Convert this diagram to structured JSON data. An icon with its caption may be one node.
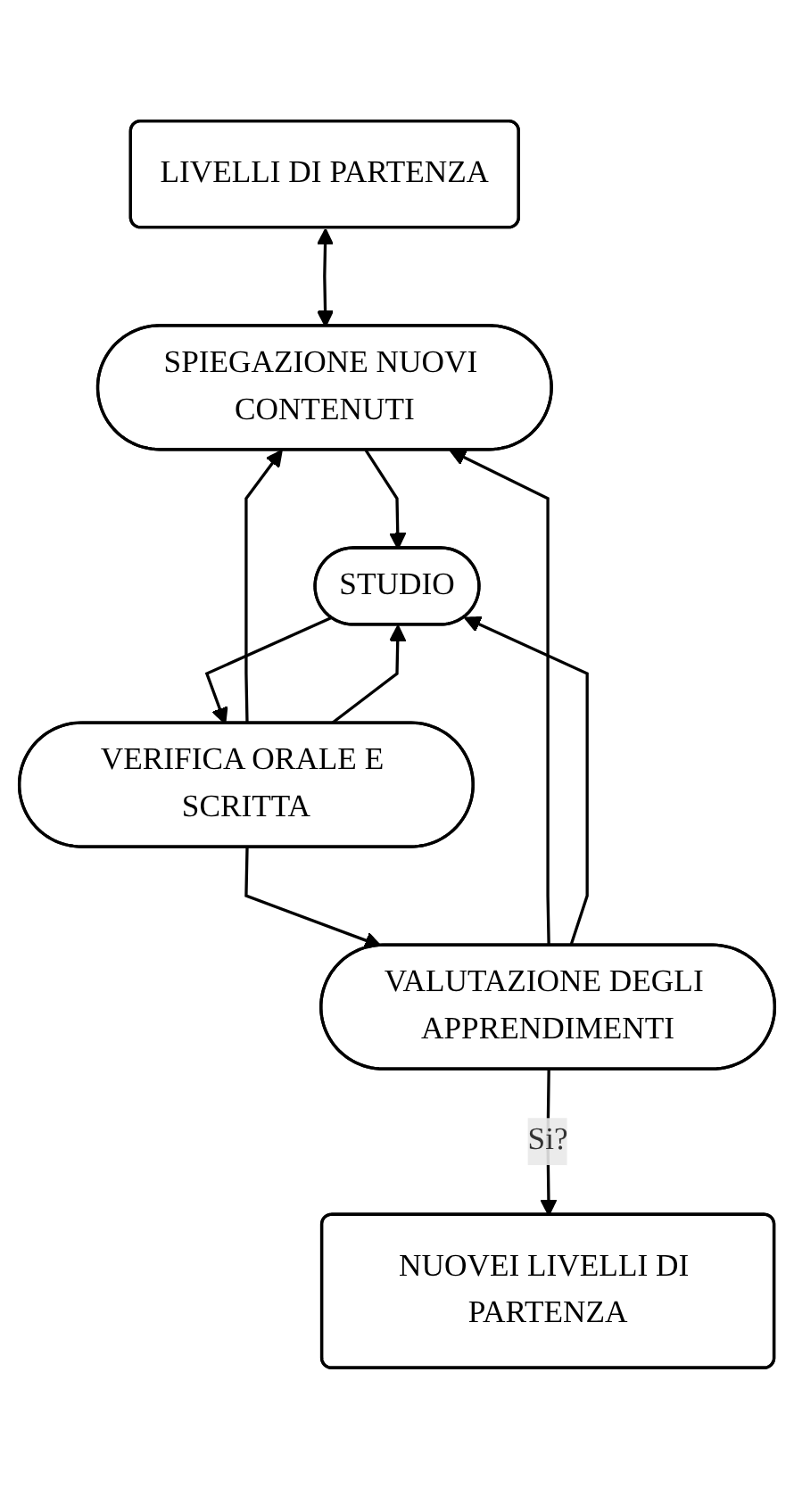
{
  "diagram": {
    "nodes": [
      {
        "text": [
          "LIVELLI DI PARTENZA"
        ]
      },
      {
        "text": [
          "SPIEGAZIONE NUOVI CONTENUTI"
        ]
      },
      {
        "text": [
          "STUDIO"
        ]
      },
      {
        "text": [
          "VERIFICA ORALE E SCRITTA"
        ]
      },
      {
        "text": [
          "VALUTAZIONE DEGLI APPRENDIMENTI"
        ]
      },
      {
        "text": [
          "NUOVEI LIVELLI DI PARTENZA"
        ]
      }
    ],
    "edges": [
      {
        "from": 0,
        "to": 1,
        "arrow": "both"
      },
      {
        "from": 1,
        "to": 2,
        "arrow": "to"
      },
      {
        "from": 2,
        "to": 3,
        "arrow": "to"
      },
      {
        "from": 3,
        "to": 4,
        "arrow": "to"
      },
      {
        "from": 4,
        "to": 5,
        "arrow": "to",
        "label": "Si?"
      },
      {
        "from": 4,
        "to": 1,
        "arrow": "to"
      },
      {
        "from": 4,
        "to": 2,
        "arrow": "to"
      },
      {
        "from": 3,
        "to": 1,
        "arrow": "to"
      },
      {
        "from": 3,
        "to": 2,
        "arrow": "to"
      }
    ]
  }
}
